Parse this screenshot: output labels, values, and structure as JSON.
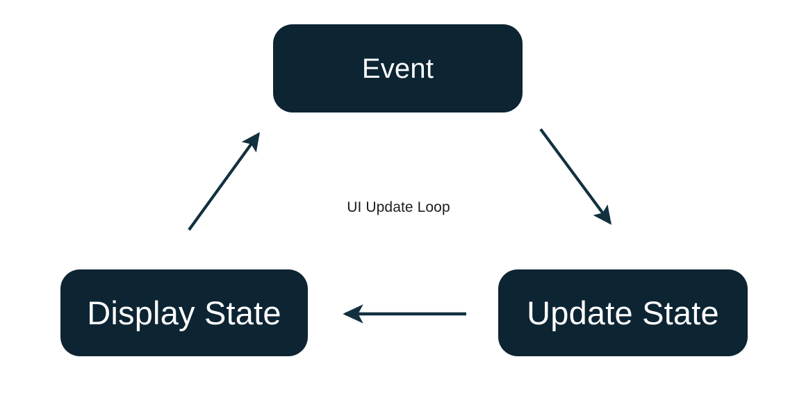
{
  "diagram": {
    "title": "UI Update Loop",
    "background_color": "#ffffff",
    "node_fill_color": "#0d2433",
    "node_text_color": "#ffffff",
    "edge_color": "#12303f",
    "caption_text_color": "#1c1c1c",
    "caption": "UI Update Loop",
    "nodes": [
      {
        "id": "event",
        "label": "Event"
      },
      {
        "id": "update_state",
        "label": "Update State"
      },
      {
        "id": "display_state",
        "label": "Display State"
      }
    ],
    "edges": [
      {
        "id": "event-to-update-state",
        "from": "Event",
        "to": "Update State",
        "label": ""
      },
      {
        "id": "update-state-to-display-state",
        "from": "Update State",
        "to": "Display State",
        "label": ""
      },
      {
        "id": "display-state-to-event",
        "from": "Display State",
        "to": "Event",
        "label": ""
      }
    ]
  }
}
